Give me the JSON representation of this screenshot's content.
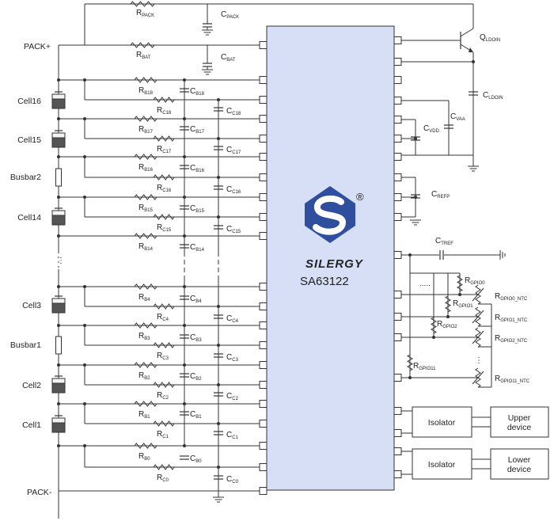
{
  "top": {
    "pack_plus": "PACK+",
    "r_pack": {
      "main": "R",
      "sub": "PACK"
    },
    "r_bat": {
      "main": "R",
      "sub": "BAT"
    },
    "c_pack": {
      "main": "C",
      "sub": "PACK"
    },
    "c_bat": {
      "main": "C",
      "sub": "BAT"
    }
  },
  "chip": {
    "brand": "SILERGY",
    "registered": "®",
    "part": "SA63122"
  },
  "cells": [
    "Cell16",
    "Cell15",
    "Busbar2",
    "Cell14",
    "Cell3",
    "Busbar1",
    "Cell2",
    "Cell1"
  ],
  "pack_minus": "PACK-",
  "rb_labels": [
    {
      "main": "R",
      "sub": "B18"
    },
    {
      "main": "R",
      "sub": "B17"
    },
    {
      "main": "R",
      "sub": "B16"
    },
    {
      "main": "R",
      "sub": "B15"
    },
    {
      "main": "R",
      "sub": "B14"
    },
    {
      "main": "R",
      "sub": "B4"
    },
    {
      "main": "R",
      "sub": "B3"
    },
    {
      "main": "R",
      "sub": "B2"
    },
    {
      "main": "R",
      "sub": "B1"
    },
    {
      "main": "R",
      "sub": "B0"
    }
  ],
  "rc_labels": [
    {
      "main": "R",
      "sub": "C18"
    },
    {
      "main": "R",
      "sub": "C17"
    },
    {
      "main": "R",
      "sub": "C16"
    },
    {
      "main": "R",
      "sub": "C15"
    },
    {
      "main": "R",
      "sub": "C4"
    },
    {
      "main": "R",
      "sub": "C3"
    },
    {
      "main": "R",
      "sub": "C2"
    },
    {
      "main": "R",
      "sub": "C1"
    },
    {
      "main": "R",
      "sub": "C0"
    }
  ],
  "cb_labels": [
    {
      "main": "C",
      "sub": "B18"
    },
    {
      "main": "C",
      "sub": "B17"
    },
    {
      "main": "C",
      "sub": "B16"
    },
    {
      "main": "C",
      "sub": "B15"
    },
    {
      "main": "C",
      "sub": "B14"
    },
    {
      "main": "C",
      "sub": "B4"
    },
    {
      "main": "C",
      "sub": "B3"
    },
    {
      "main": "C",
      "sub": "B2"
    },
    {
      "main": "C",
      "sub": "B1"
    },
    {
      "main": "C",
      "sub": "B0"
    }
  ],
  "cc_labels": [
    {
      "main": "C",
      "sub": "C18"
    },
    {
      "main": "C",
      "sub": "C17"
    },
    {
      "main": "C",
      "sub": "C16"
    },
    {
      "main": "C",
      "sub": "C15"
    },
    {
      "main": "C",
      "sub": "C4"
    },
    {
      "main": "C",
      "sub": "C3"
    },
    {
      "main": "C",
      "sub": "C2"
    },
    {
      "main": "C",
      "sub": "C1"
    },
    {
      "main": "C",
      "sub": "C0"
    }
  ],
  "right": {
    "q_ldoin": {
      "main": "Q",
      "sub": "LDOIN"
    },
    "c_ldoin": {
      "main": "C",
      "sub": "LDOIN"
    },
    "c_vaa": {
      "main": "C",
      "sub": "VAA"
    },
    "c_vdd": {
      "main": "C",
      "sub": "VDD"
    },
    "c_refp": {
      "main": "C",
      "sub": "REFP"
    },
    "c_tref": {
      "main": "C",
      "sub": "TREF"
    },
    "r_gpio0": {
      "main": "R",
      "sub": "GPIO0"
    },
    "r_gpio1": {
      "main": "R",
      "sub": "GPIO1"
    },
    "r_gpio2": {
      "main": "R",
      "sub": "GPIO2"
    },
    "r_gpio11": {
      "main": "R",
      "sub": "GPIO11"
    },
    "ntc0": {
      "main": "R",
      "sub": "GPIO0_NTC"
    },
    "ntc1": {
      "main": "R",
      "sub": "GPIO1_NTC"
    },
    "ntc2": {
      "main": "R",
      "sub": "GPIO2_NTC"
    },
    "ntc11": {
      "main": "R",
      "sub": "GPIO11_NTC"
    },
    "dots": ".....",
    "isolator_upper": "Isolator",
    "isolator_lower": "Isolator",
    "upper_device": [
      "Upper",
      "device"
    ],
    "lower_device": [
      "Lower",
      "device"
    ]
  }
}
